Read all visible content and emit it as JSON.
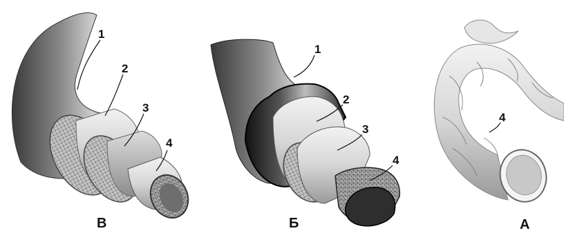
{
  "figures": [
    {
      "caption": "В",
      "labels": [
        "1",
        "2",
        "3",
        "4"
      ]
    },
    {
      "caption": "Б",
      "labels": [
        "1",
        "2",
        "3",
        "4"
      ]
    },
    {
      "caption": "А",
      "labels": [
        "4"
      ]
    }
  ]
}
